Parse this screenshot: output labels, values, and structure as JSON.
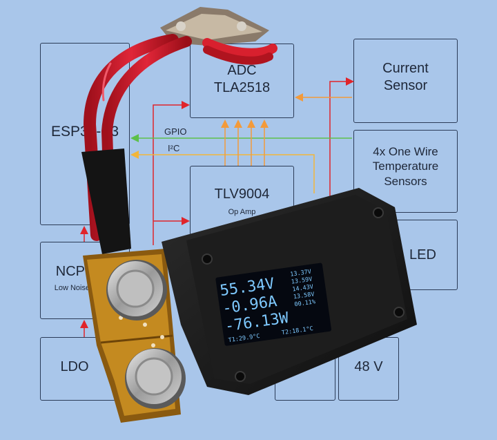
{
  "diagram": {
    "blocks": {
      "esp": "ESP32-S3",
      "adc": "ADC\nTLA2518",
      "current_sensor": "Current\nSensor",
      "temperature": "4x One Wire\nTemperature\nSensors",
      "opamp_title": "TLV9004",
      "opamp_sub": "Op Amp",
      "ncp_title": "NCP16",
      "ncp_sub": "Low Noise LD",
      "led": "LED",
      "ldo": "LDO",
      "voltage": "48 V"
    },
    "signals": {
      "gpio": "GPIO",
      "i2c": "I²C"
    },
    "colors": {
      "background": "#a9c6ea",
      "red_arrow": "#e0242a",
      "orange_arrow": "#f39a3a",
      "green_arrow": "#5dc04a",
      "yellow_arrow": "#f2b53a"
    }
  },
  "device": {
    "display": {
      "voltage": "55.34V",
      "current": "-0.96A",
      "power": "-76.13W",
      "cells": [
        "13.37V",
        "13.59V",
        "14.43V",
        "13.58V",
        "00.11%"
      ],
      "t1": "T1:29.9°C",
      "t2": "T2:18.1°C"
    }
  }
}
